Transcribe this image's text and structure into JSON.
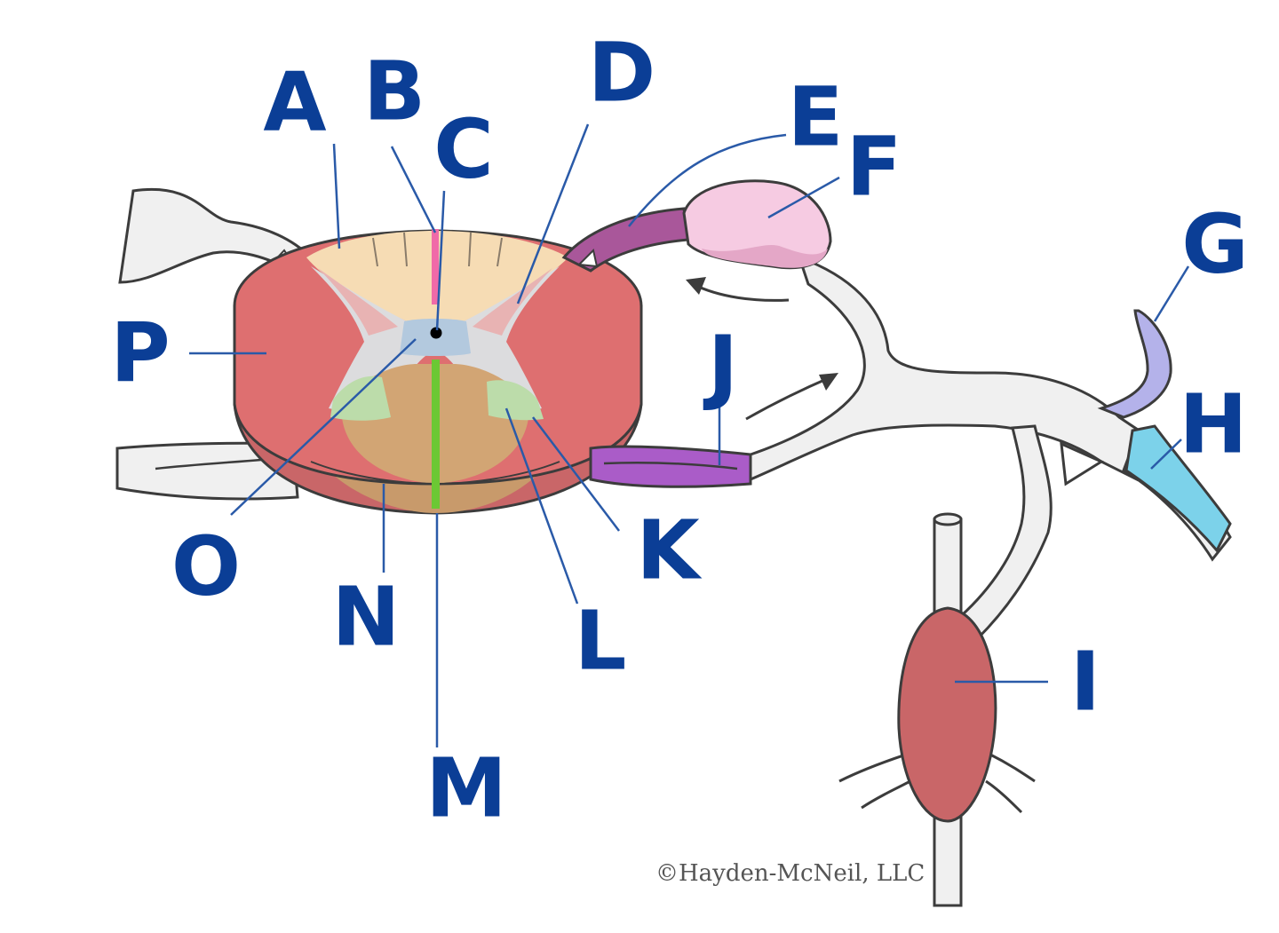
{
  "labels": [
    "A",
    "B",
    "C",
    "D",
    "E",
    "F",
    "G",
    "H",
    "I",
    "J",
    "K",
    "L",
    "M",
    "N",
    "O",
    "P"
  ],
  "copyright": "©Hayden-McNeil, LLC",
  "colors": {
    "label": "#0b3e96",
    "leader": "#2a5aa8",
    "white_matter_lateral": "#de6f70",
    "white_matter_posterior": "#f6dcb4",
    "white_matter_anterior": "#d2a574",
    "gray_matter": "#dcdcde",
    "gray_pink": "#e8b3b3",
    "gray_green": "#bcdcaa",
    "central_canal_region": "#b3c9de",
    "posterior_median": "#f06aa8",
    "anterior_median": "#6cc834",
    "dorsal_root": "#a9579a",
    "ganglion": "#f6cbe2",
    "ventral_root": "#aa5cc8",
    "gray_ramus": "#b4b2ea",
    "white_ramus": "#7cd2ea",
    "sympathetic_ganglion": "#c96668",
    "nerve": "#f0f0f0"
  }
}
